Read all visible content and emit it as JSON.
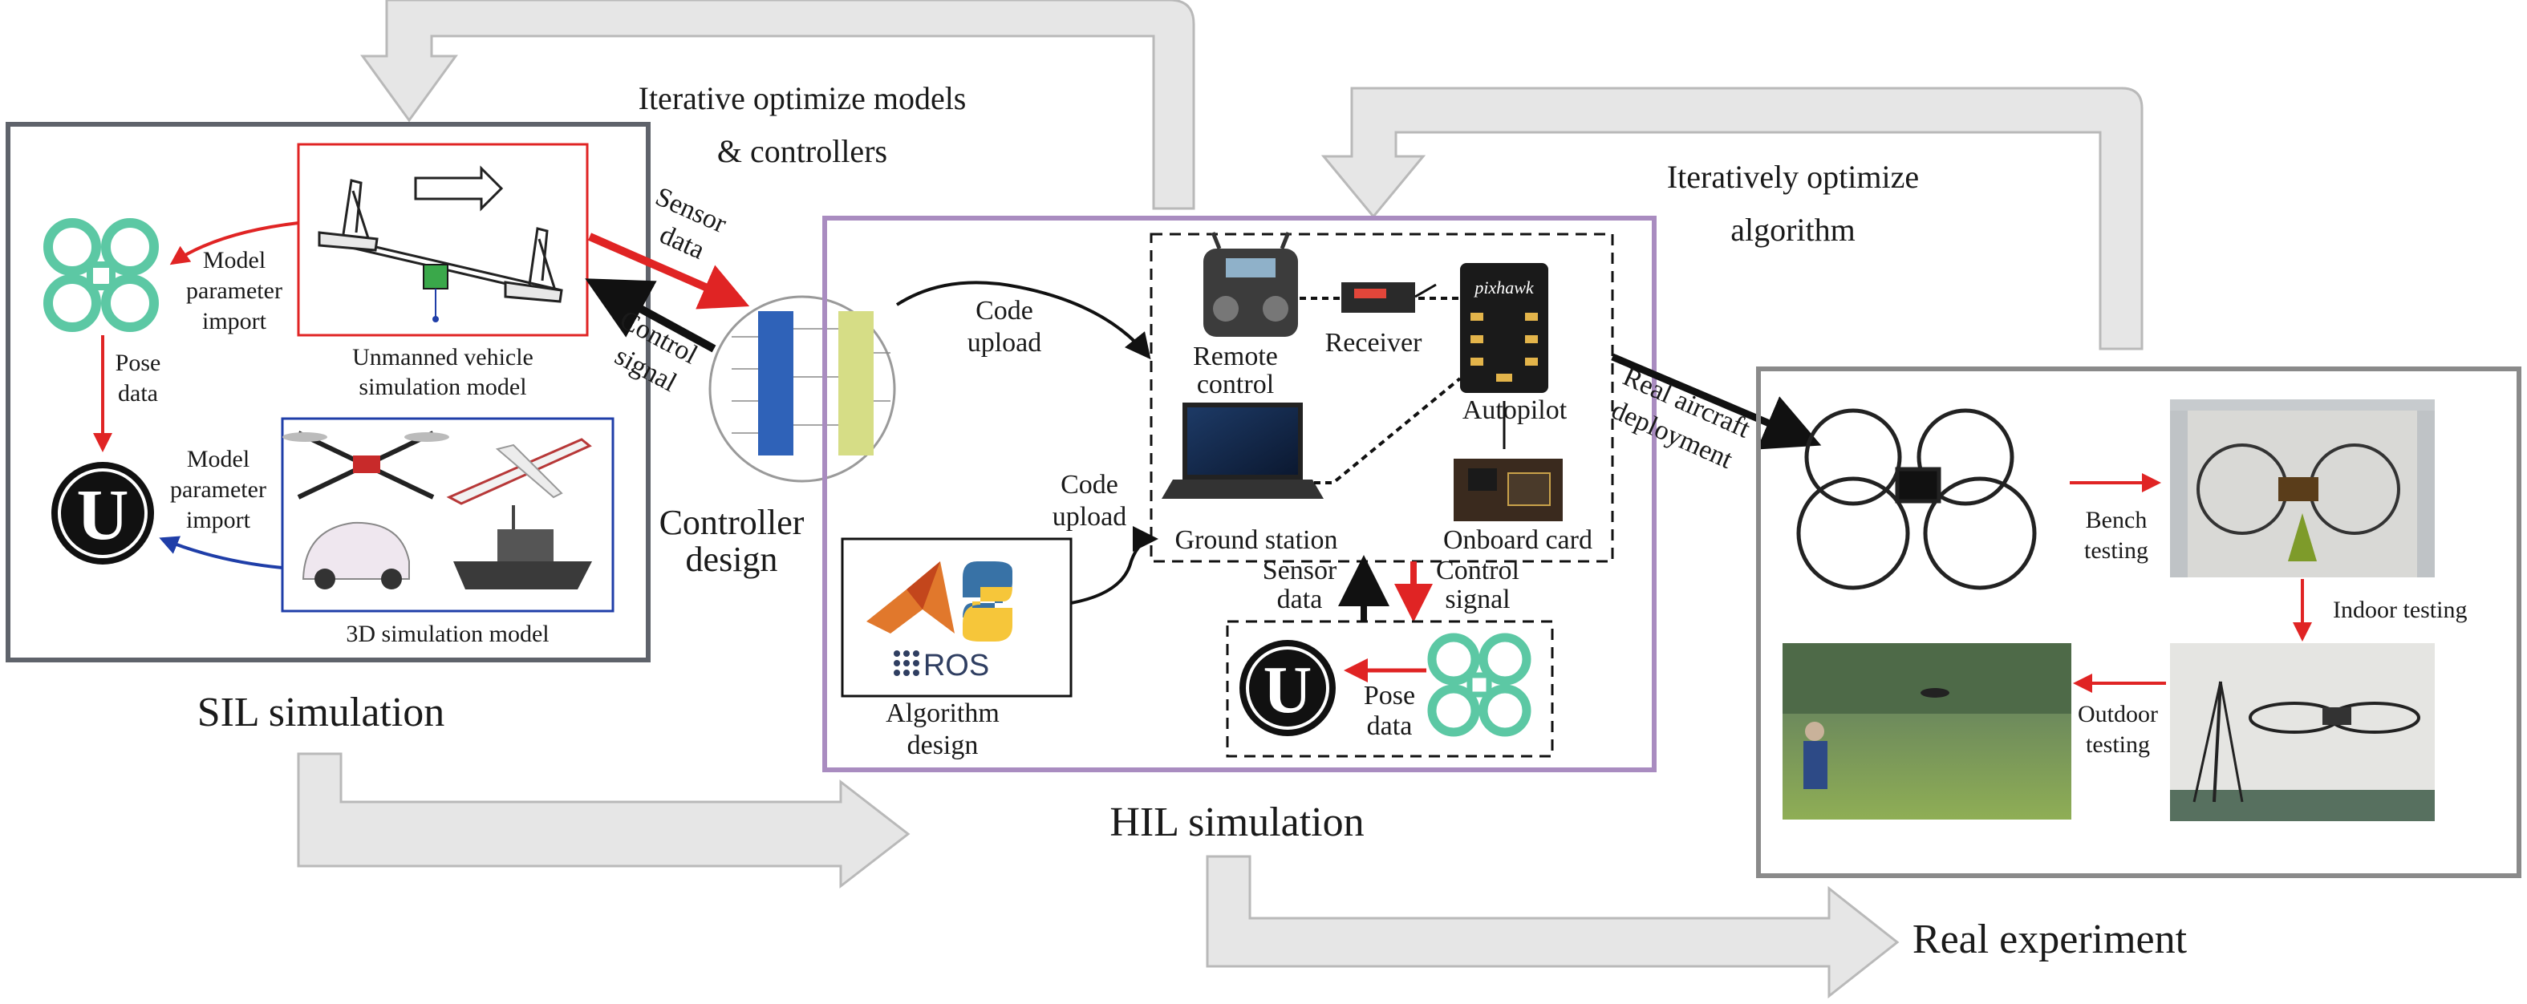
{
  "sections": {
    "sil": "SIL simulation",
    "hil": "HIL simulation",
    "real": "Real experiment"
  },
  "loops": {
    "left_line1": "Iterative optimize models",
    "left_line2": "& controllers",
    "right_line1": "Iteratively optimize",
    "right_line2": "algorithm"
  },
  "sil": {
    "vehicle_model_line1": "Unmanned vehicle",
    "vehicle_model_line2": "simulation model",
    "model_import_1": [
      "Model",
      "parameter",
      "import"
    ],
    "model_import_2": [
      "Model",
      "parameter",
      "import"
    ],
    "pose_data": [
      "Pose",
      "data"
    ],
    "sim3d": "3D simulation model"
  },
  "links": {
    "sensor_data": [
      "Sensor",
      "data"
    ],
    "control_signal": [
      "Control",
      "signal"
    ],
    "code_upload_1": [
      "Code",
      "upload"
    ],
    "code_upload_2": [
      "Code",
      "upload"
    ],
    "controller_design": [
      "Controller",
      "design"
    ],
    "real_deploy": [
      "Real aircraft",
      "deployment"
    ]
  },
  "hil": {
    "remote_control": [
      "Remote",
      "control"
    ],
    "receiver": "Receiver",
    "autopilot": "Autopilot",
    "autopilot_brand": "pixhawk",
    "ground_station": "Ground station",
    "onboard_card": "Onboard card",
    "algorithm_design": [
      "Algorithm",
      "design"
    ],
    "ros": "ROS",
    "sensor_data": [
      "Sensor",
      "data"
    ],
    "control_signal": [
      "Control",
      "signal"
    ],
    "pose_data": [
      "Pose",
      "data"
    ]
  },
  "real": {
    "bench_testing": [
      "Bench",
      "testing"
    ],
    "indoor_testing": "Indoor testing",
    "outdoor_testing": [
      "Outdoor",
      "testing"
    ]
  },
  "colors": {
    "red": "#e02424",
    "blue": "#1f3ea8",
    "teal": "#5cc8a4",
    "purple": "#a98cc0",
    "gray_box": "#8a8a8a",
    "loop_arrow": "#e6e6e6"
  }
}
